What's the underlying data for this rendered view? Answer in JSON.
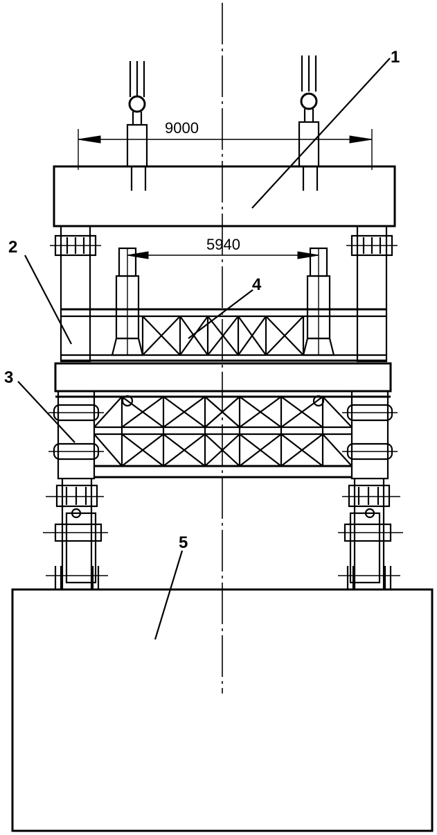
{
  "dimensions": {
    "outer_span": "9000",
    "inner_span": "5940"
  },
  "callouts": [
    {
      "id": "1",
      "text": "1"
    },
    {
      "id": "2",
      "text": "2"
    },
    {
      "id": "3",
      "text": "3"
    },
    {
      "id": "4",
      "text": "4"
    },
    {
      "id": "5",
      "text": "5"
    }
  ],
  "colors": {
    "line": "#000000",
    "background": "#ffffff"
  }
}
